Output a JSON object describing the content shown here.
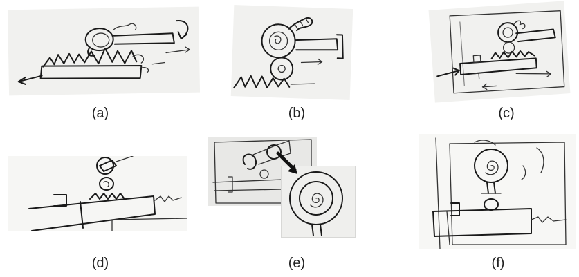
{
  "panels": [
    {
      "id": "a",
      "caption": "(a)"
    },
    {
      "id": "b",
      "caption": "(b)"
    },
    {
      "id": "c",
      "caption": "(c)"
    },
    {
      "id": "d",
      "caption": "(d)"
    },
    {
      "id": "e",
      "caption": "(e)"
    },
    {
      "id": "f",
      "caption": "(f)"
    }
  ]
}
